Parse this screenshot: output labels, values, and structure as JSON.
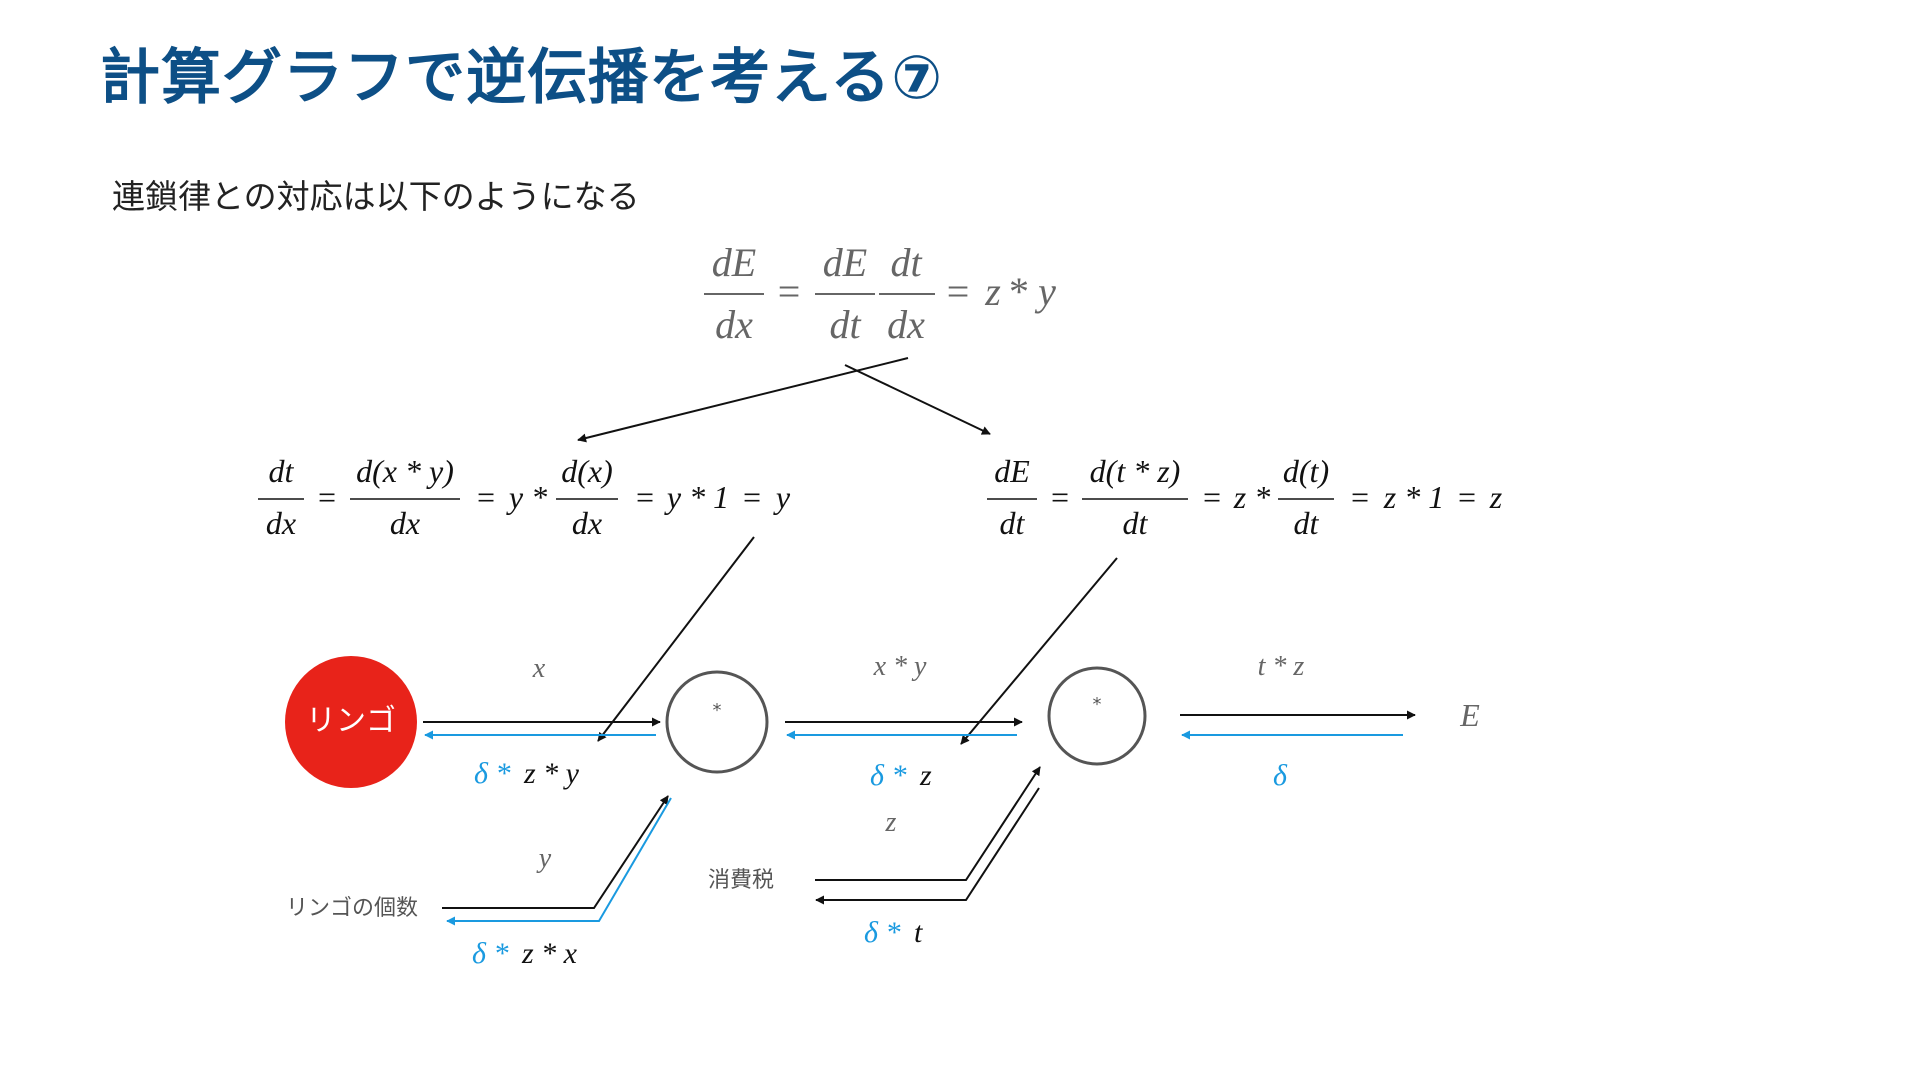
{
  "slide": {
    "title": "計算グラフで逆伝播を考える⑦",
    "subtitle": "連鎖律との対応は以下のようになる"
  },
  "colors": {
    "title": "#0d4f86",
    "gray_math": "#666666",
    "black_math": "#111111",
    "blue_backprop": "#1a9ae0",
    "apple_node": "#e8231a"
  },
  "top_equation": {
    "lhs_num": "dE",
    "lhs_den": "dx",
    "eq1": "=",
    "f1_num": "dE",
    "f1_den": "dt",
    "f2_num": "dt",
    "f2_den": "dx",
    "eq2": "=",
    "z": "z",
    "star": "*",
    "y": "y"
  },
  "left_equation": {
    "t1_num": "dt",
    "t1_den": "dx",
    "eq1": "=",
    "t2_num": "d(x * y)",
    "t2_den": "dx",
    "eq2": "=",
    "y_star": "y *",
    "t3_num": "d(x)",
    "t3_den": "dx",
    "eq3": "=",
    "y_star_1": "y * 1",
    "eq4": "=",
    "result": "y"
  },
  "right_equation": {
    "t1_num": "dE",
    "t1_den": "dt",
    "eq1": "=",
    "t2_num": "d(t * z)",
    "t2_den": "dt",
    "eq2": "=",
    "z_star": "z *",
    "t3_num": "d(t)",
    "t3_den": "dt",
    "eq3": "=",
    "z_star_1": "z * 1",
    "eq4": "=",
    "result": "z"
  },
  "graph": {
    "apple_node_label": "リンゴ",
    "mult_node_1": "*",
    "mult_node_2": "*",
    "output_label": "E",
    "forward": {
      "x_label": "x",
      "xy_label": "x * y",
      "tz_label": "t * z",
      "y_label": "y",
      "z_label": "z"
    },
    "backward": {
      "delta_star": "δ *",
      "apple_grad_rest": "z * y",
      "t_grad_rest": "z",
      "output_grad": "δ",
      "count_grad_rest": "z * x",
      "tax_grad_rest": "t"
    },
    "inputs": {
      "apple_count": "リンゴの個数",
      "tax": "消費税"
    }
  }
}
